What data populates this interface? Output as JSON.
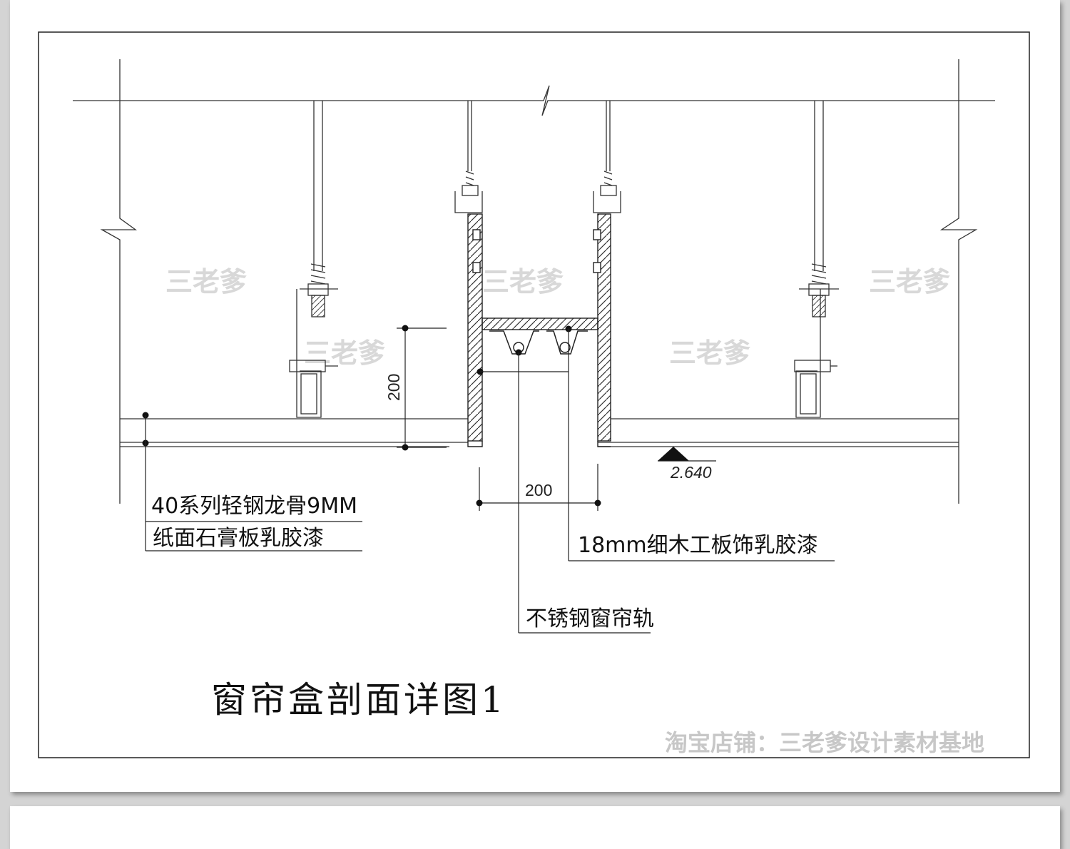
{
  "title": "窗帘盒剖面详图1",
  "labels": {
    "keel_line1": "40系列轻钢龙骨9MM",
    "keel_line2": "纸面石膏板乳胶漆",
    "plywood": "18mm细木工板饰乳胶漆",
    "rail": "不锈钢窗帘轨"
  },
  "dimensions": {
    "vertical": "200",
    "horizontal": "200",
    "elevation": "2.640"
  },
  "watermarks": {
    "mark": "三老爹",
    "shop": "淘宝店铺：三老爹设计素材基地"
  }
}
